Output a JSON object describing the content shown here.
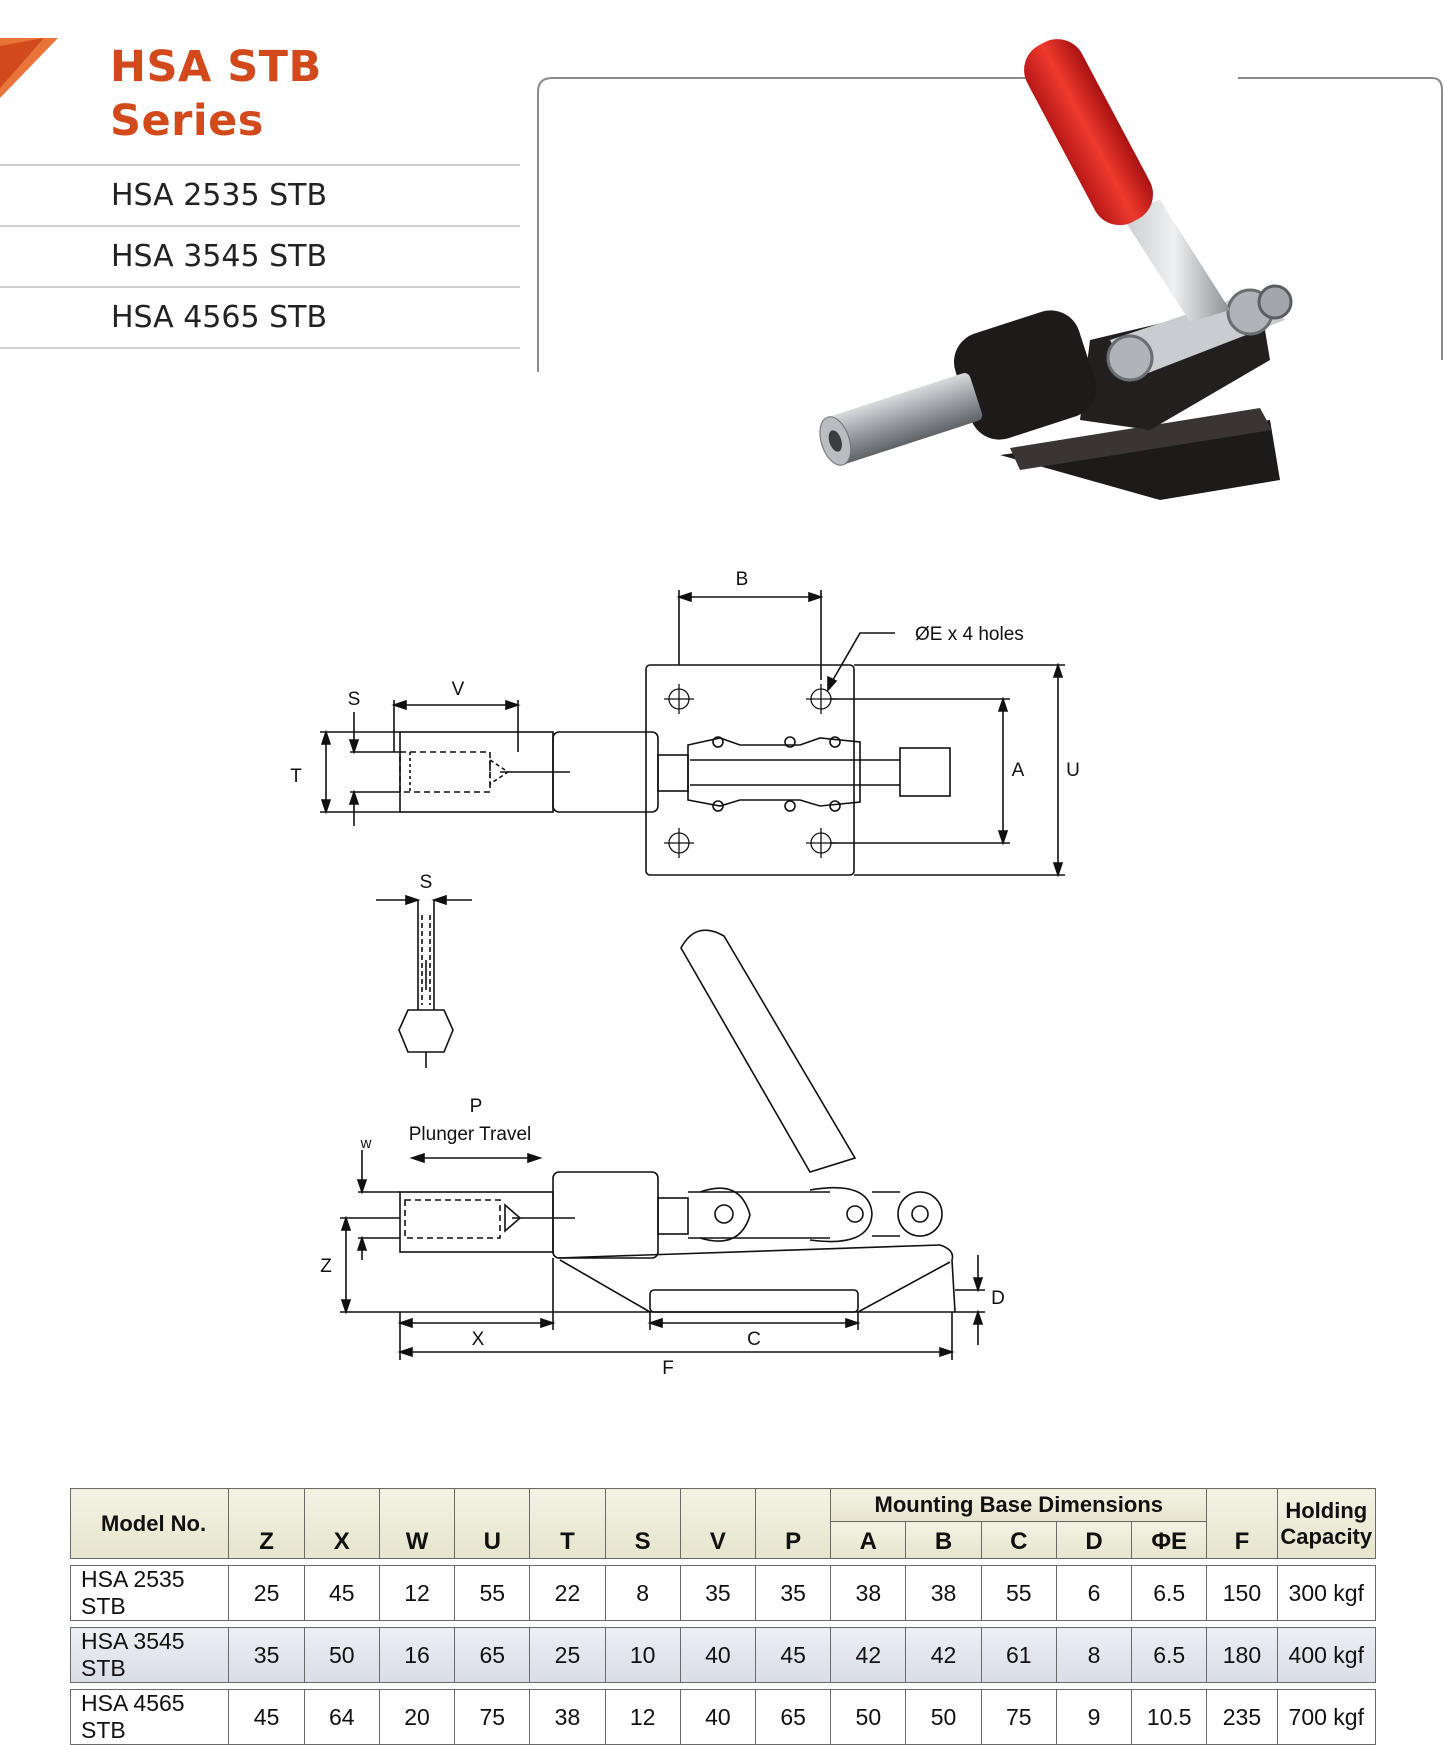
{
  "header": {
    "title_line1": "HSA STB",
    "title_line2": "Series",
    "models": [
      "HSA 2535 STB",
      "HSA 3545 STB",
      "HSA 4565 STB"
    ],
    "accent_color": "#d2491b"
  },
  "photo": {
    "icon": "toggle-clamp-photo"
  },
  "drawing": {
    "top_view": {
      "B": "B",
      "E_note": "ØE x 4 holes",
      "S": "S",
      "V": "V",
      "T": "T",
      "A": "A",
      "U": "U"
    },
    "detail": {
      "S": "S"
    },
    "side_view": {
      "P": "P",
      "plunger_travel": "Plunger Travel",
      "W": "w",
      "Z": "Z",
      "D": "D",
      "X": "X",
      "C": "C",
      "F": "F"
    }
  },
  "table": {
    "model_header": "Model No.",
    "group_header": "Mounting Base Dimensions",
    "holding_header_l1": "Holding",
    "holding_header_l2": "Capacity",
    "cols": [
      "Z",
      "X",
      "W",
      "U",
      "T",
      "S",
      "V",
      "P"
    ],
    "base_cols": [
      "A",
      "B",
      "C",
      "D",
      "ΦE"
    ],
    "f_col": "F",
    "rows": [
      {
        "model": "HSA 2535 STB",
        "vals": [
          "25",
          "45",
          "12",
          "55",
          "22",
          "8",
          "35",
          "35"
        ],
        "base": [
          "38",
          "38",
          "55",
          "6",
          "6.5"
        ],
        "f": "150",
        "cap": "300 kgf"
      },
      {
        "model": "HSA 3545 STB",
        "vals": [
          "35",
          "50",
          "16",
          "65",
          "25",
          "10",
          "40",
          "45"
        ],
        "base": [
          "42",
          "42",
          "61",
          "8",
          "6.5"
        ],
        "f": "180",
        "cap": "400 kgf"
      },
      {
        "model": "HSA 4565 STB",
        "vals": [
          "45",
          "64",
          "20",
          "75",
          "38",
          "12",
          "40",
          "65"
        ],
        "base": [
          "50",
          "50",
          "75",
          "9",
          "10.5"
        ],
        "f": "235",
        "cap": "700 kgf"
      }
    ]
  }
}
